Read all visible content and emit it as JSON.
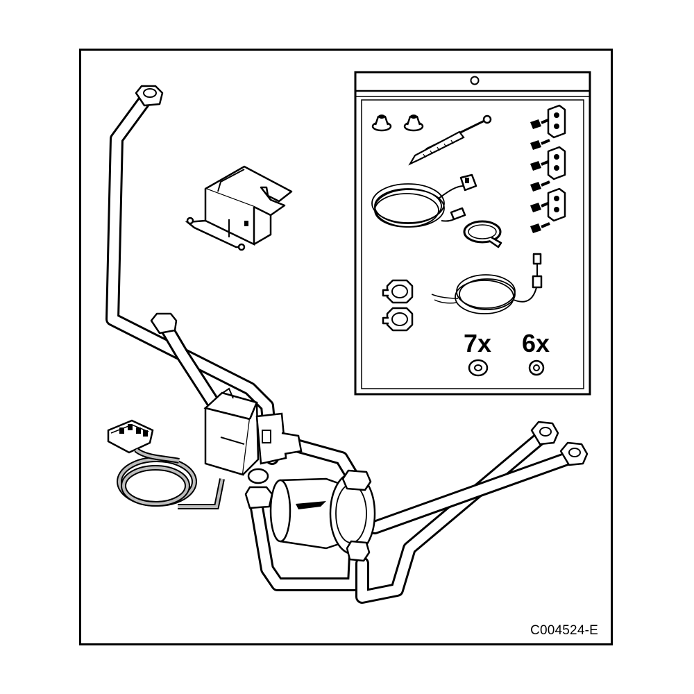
{
  "figure_code": "C004524-E",
  "kit_bag": {
    "washer_qty_large": "7x",
    "washer_qty_small": "6x"
  },
  "icons": [
    "pipe-assembly",
    "circulation-pump",
    "mixing-valve",
    "actuator-motor",
    "mounting-bracket",
    "connector-plug",
    "sensor-cable",
    "kit-bag",
    "grommet",
    "temperature-probe",
    "hose-clamp",
    "screw",
    "clip",
    "union-nut",
    "washer"
  ]
}
